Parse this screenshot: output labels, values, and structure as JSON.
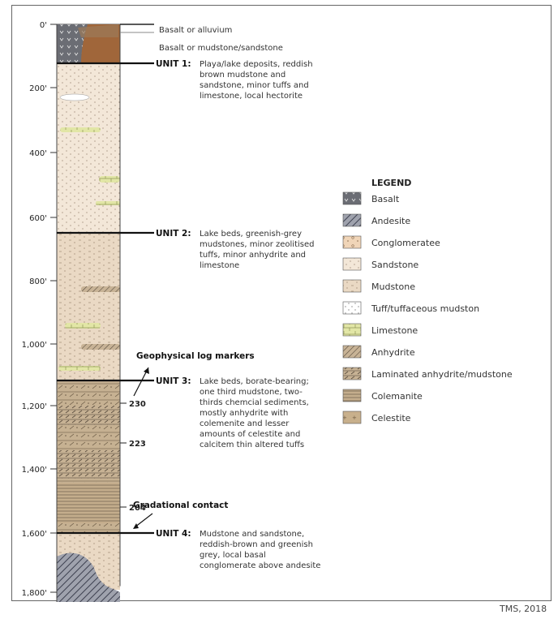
{
  "depth_axis": {
    "ticks": [
      "0'",
      "200'",
      "400'",
      "600'",
      "800'",
      "1,000'",
      "1,200'",
      "1,400'",
      "1,600'",
      "1,800'"
    ]
  },
  "top_labels": {
    "basalt_alluvium": "Basalt or alluvium",
    "basalt_mudstone": "Basalt or mudstone/sandstone"
  },
  "units": [
    {
      "name": "UNIT 1:",
      "lines": [
        "Playa/lake deposits, reddish",
        "brown mudstone and",
        "sandstone, minor tuffs and",
        "limestone, local hectorite"
      ]
    },
    {
      "name": "UNIT 2:",
      "lines": [
        "Lake beds, greenish-grey",
        "mudstones, minor zeolitised",
        "tuffs, minor anhydrite and",
        "limestone"
      ]
    },
    {
      "name": "UNIT 3:",
      "lines": [
        "Lake beds, borate-bearing;",
        "one third mudstone, two-",
        "thirds chemcial sediments,",
        "mostly anhydrite with",
        "colemenite and lesser",
        "amounts of celestite and",
        "calcitem thin altered tuffs"
      ]
    },
    {
      "name": "UNIT 4:",
      "lines": [
        "Mudstone and sandstone,",
        "reddish-brown and greenish",
        "grey, local basal",
        "conglomerate above andesite"
      ]
    }
  ],
  "annotations": {
    "geophysical": "Geophysical log markers",
    "gradational": "Gradational contact"
  },
  "log_markers": [
    "230",
    "223",
    "204"
  ],
  "legend": {
    "title": "LEGEND",
    "items": [
      {
        "label": "Basalt",
        "pattern": "basalt"
      },
      {
        "label": "Andesite",
        "pattern": "andesite"
      },
      {
        "label": "Conglomeratee",
        "pattern": "conglomerate"
      },
      {
        "label": "Sandstone",
        "pattern": "sandstone"
      },
      {
        "label": "Mudstone",
        "pattern": "mudstone"
      },
      {
        "label": "Tuff/tuffaceous mudston",
        "pattern": "tuff"
      },
      {
        "label": "Limestone",
        "pattern": "limestone"
      },
      {
        "label": "Anhydrite",
        "pattern": "anhydrite"
      },
      {
        "label": "Laminated anhydrite/mudstone",
        "pattern": "laminated"
      },
      {
        "label": "Colemanite",
        "pattern": "colemanite"
      },
      {
        "label": "Celestite",
        "pattern": "celestite"
      }
    ]
  },
  "credit": "TMS, 2018",
  "colors": {
    "sand": "#f3e7d8",
    "mud": "#e8d6c0",
    "unit3": "#c9b596",
    "basalt": "#6b6d74",
    "brown": "#a0663a",
    "limestone": "#e2e6a6"
  }
}
